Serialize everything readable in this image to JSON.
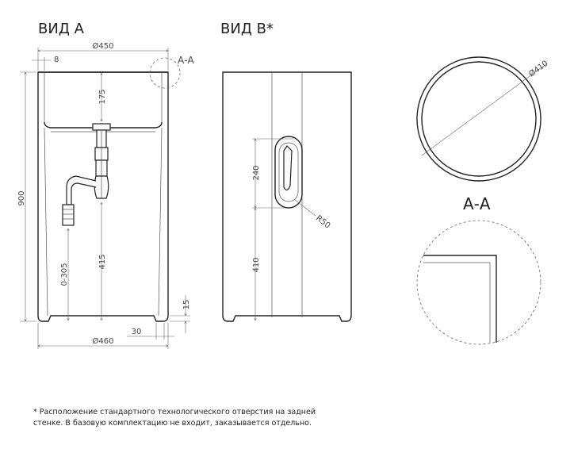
{
  "views": {
    "view_a_title": "ВИД А",
    "view_b_title": "ВИД В*",
    "section_title": "А-А",
    "section_callout": "А-А"
  },
  "dimensions": {
    "top_diameter": "Ø450",
    "rim_offset": "8",
    "basin_depth": "175",
    "total_height": "900",
    "outlet_range": "0-305",
    "drain_height": "415",
    "base_step": "15",
    "base_inset": "30",
    "bottom_diameter": "Ø460",
    "opening_height": "240",
    "opening_radius": "R50",
    "opening_bottom": "410",
    "circle_diameter": "Ø410"
  },
  "footnote": {
    "line1": "* Расположение стандартного технологического отверстия на задней",
    "line2": "стенке. В базовую комплектацию не входит, заказывается отдельно."
  }
}
